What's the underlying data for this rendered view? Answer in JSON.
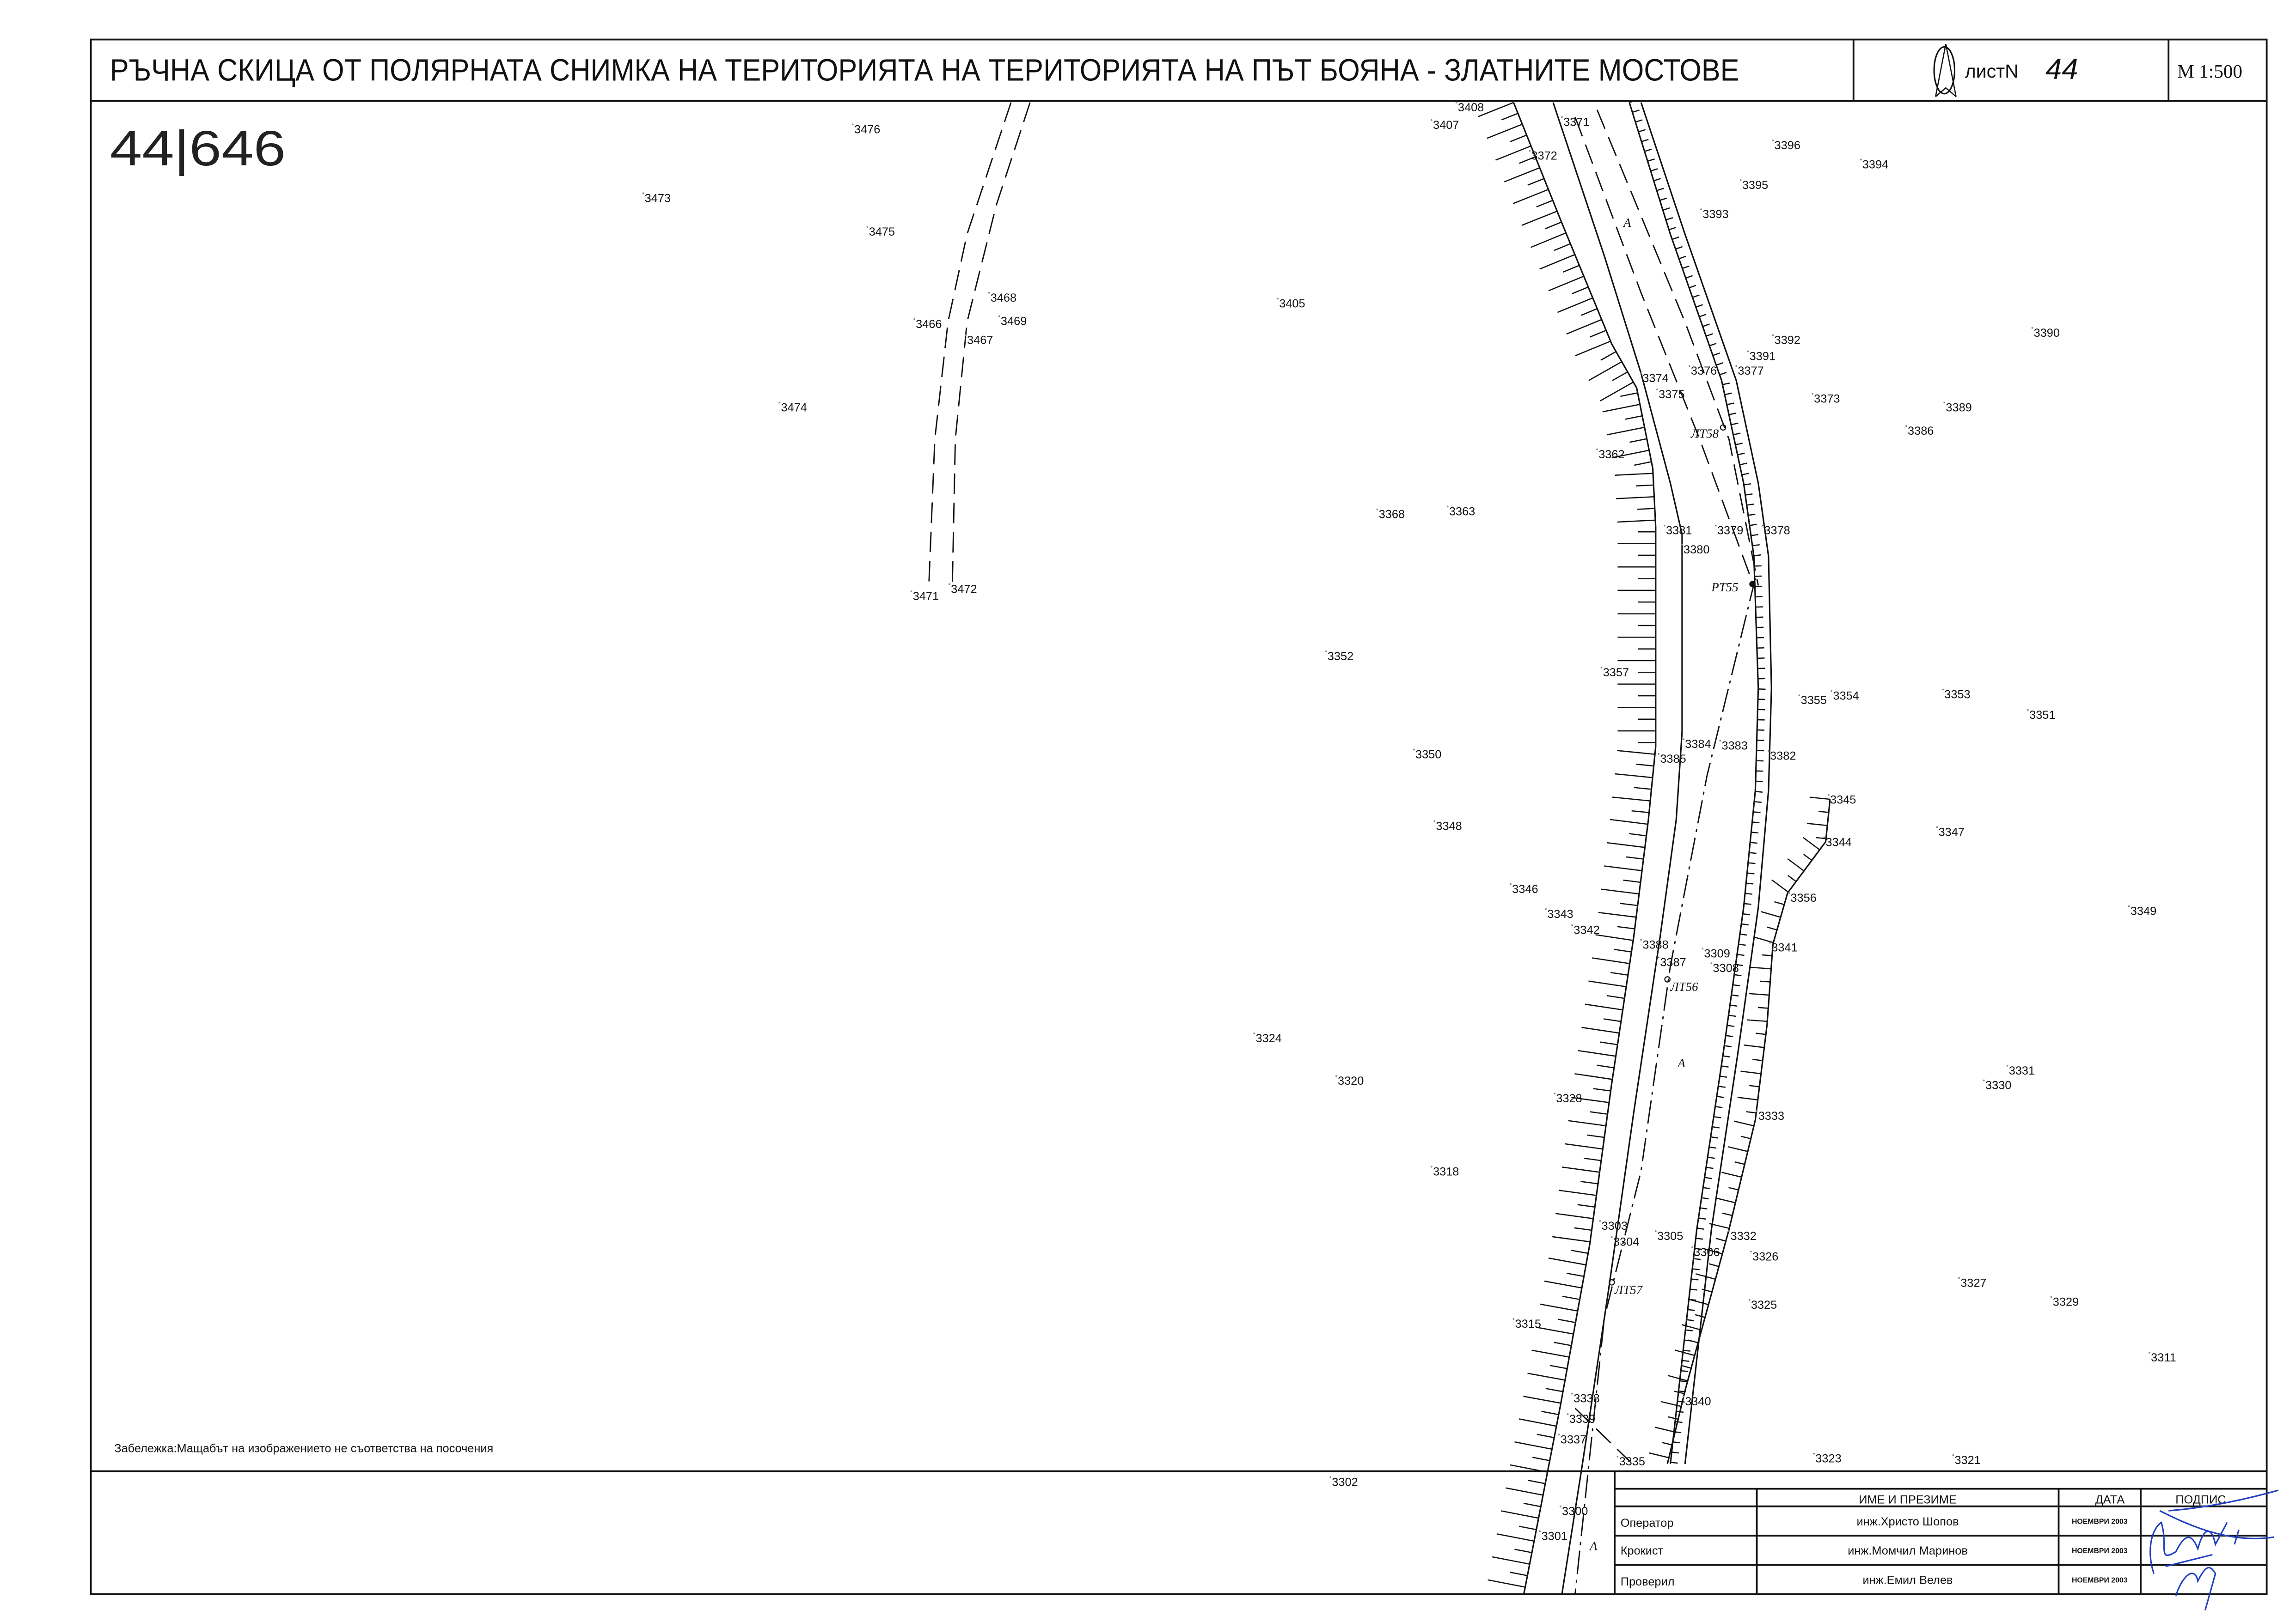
{
  "header": {
    "title": "РЪЧНА СКИЦА ОТ ПОЛЯРНАТА СНИМКА НА ТЕРИТОРИЯТА НА ТЕРИТОРИЯТА НА ПЪТ БОЯНА - ЗЛАТНИТЕ МОСТОВЕ",
    "sheet_label": "листN",
    "sheet_number": "44",
    "scale": "М 1:500",
    "logo_icon": "surveyor-compass-logo"
  },
  "handwritten_ref": "44|646",
  "note": "Забележка:Мащабът на изображението не съответства на посочения",
  "map": {
    "points": [
      "3476",
      "3473",
      "3475",
      "3468",
      "3466",
      "3469",
      "3467",
      "3474",
      "3471",
      "3472",
      "3405",
      "3408",
      "3407",
      "3371",
      "3372",
      "3396",
      "3394",
      "3395",
      "3393",
      "3392",
      "3390",
      "3391",
      "3376",
      "3377",
      "3374",
      "3375",
      "3373",
      "3389",
      "3386",
      "3362",
      "3368",
      "3363",
      "3381",
      "3379",
      "3378",
      "3380",
      "3352",
      "3357",
      "3355",
      "3354",
      "3353",
      "3351",
      "3384",
      "3383",
      "3385",
      "3382",
      "3350",
      "3345",
      "3344",
      "3347",
      "3348",
      "3346",
      "3356",
      "3343",
      "3342",
      "3349",
      "3388",
      "3387",
      "3309",
      "3308",
      "3341",
      "3324",
      "3320",
      "3331",
      "3330",
      "3328",
      "3333",
      "3318",
      "3303",
      "3304",
      "3305",
      "3306",
      "3332",
      "3326",
      "3327",
      "3329",
      "3325",
      "3315",
      "3311",
      "3338",
      "3340",
      "3339",
      "3337",
      "3335",
      "3323",
      "3321",
      "3302",
      "3300",
      "3301"
    ],
    "stations": [
      "ЛТ58",
      "PT55",
      "ЛТ56",
      "ЛТ57"
    ],
    "zone_marks": [
      "A",
      "A",
      "A"
    ]
  },
  "signoff": {
    "headers": {
      "name": "ИМЕ И ПРЕЗИМЕ",
      "date": "ДАТА",
      "signature": "ПОДПИС"
    },
    "rows": [
      {
        "role": "Оператор",
        "name": "инж.Христо Шопов",
        "date": "НОЕМВРИ 2003"
      },
      {
        "role": "Крокист",
        "name": "инж.Момчил Маринов",
        "date": "НОЕМВРИ 2003"
      },
      {
        "role": "Проверил",
        "name": "инж.Емил Велев",
        "date": "НОЕМВРИ 2003"
      }
    ]
  },
  "colors": {
    "ink": "#111111",
    "signature": "#1f3fc0"
  }
}
